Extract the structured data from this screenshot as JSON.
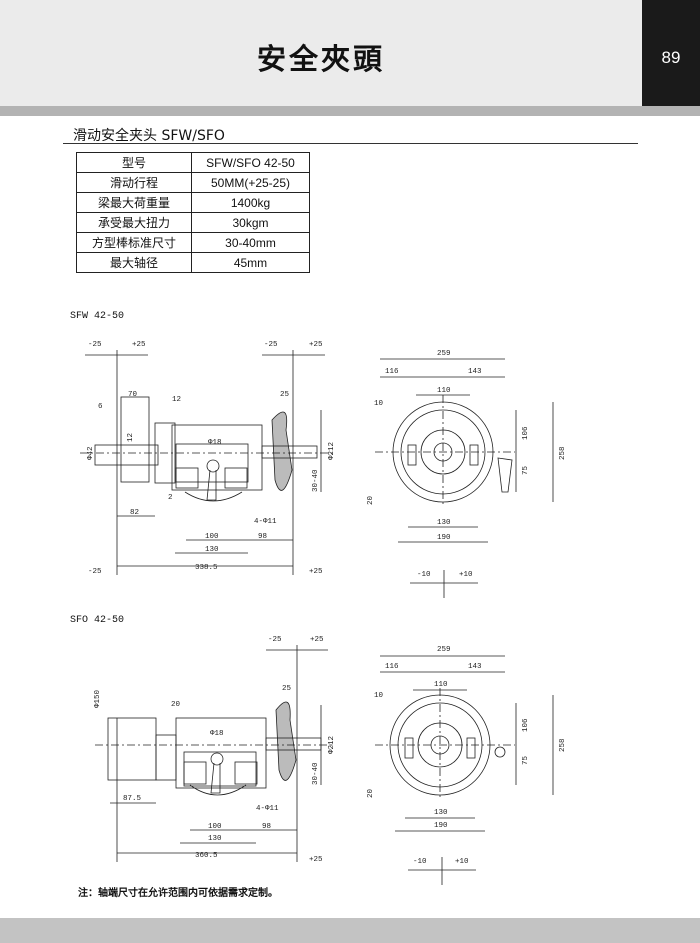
{
  "header": {
    "title": "安全夾頭",
    "page_number": "89"
  },
  "section_title": "滑动安全夹头 SFW/SFO",
  "spec_table": [
    {
      "label": "型号",
      "value": "SFW/SFO 42-50"
    },
    {
      "label": "滑动行程",
      "value": "50MM(+25-25)"
    },
    {
      "label": "梁最大荷重量",
      "value": "1400kg"
    },
    {
      "label": "承受最大扭力",
      "value": "30kgm"
    },
    {
      "label": "方型棒标准尺寸",
      "value": "30-40mm"
    },
    {
      "label": "最大轴径",
      "value": "45mm"
    }
  ],
  "drawing_sfw": {
    "title": "SFW 42-50",
    "dims": {
      "m25a": "-25",
      "p25a": "+25",
      "m25b": "-25",
      "p25b": "+25",
      "d70": "70",
      "d6": "6",
      "d12a": "12",
      "d12b": "12",
      "phi42": "Φ42",
      "phi18": "Φ18",
      "d25": "25",
      "phi212": "Φ212",
      "d3040": "30-40",
      "d2": "2",
      "d82": "82",
      "hole": "4-Φ11",
      "d100": "100",
      "d98": "98",
      "d130": "130",
      "d3385": "338.5",
      "m25c": "-25",
      "p25c": "+25"
    },
    "side": {
      "d259": "259",
      "d116": "116",
      "d143": "143",
      "d110": "110",
      "d10": "10",
      "d106": "106",
      "d258": "258",
      "d75": "75",
      "d20": "20",
      "d130": "130",
      "d190": "190",
      "m10": "-10",
      "p10": "+10"
    }
  },
  "drawing_sfo": {
    "title": "SFO 42-50",
    "dims": {
      "m25": "-25",
      "p25": "+25",
      "phi150": "Φ150",
      "d20": "20",
      "d25": "25",
      "phi18": "Φ18",
      "phi212": "Φ212",
      "d3040": "30-40",
      "d875": "87.5",
      "hole": "4-Φ11",
      "d100": "100",
      "d98": "98",
      "d130": "130",
      "d3605": "360.5",
      "p25b": "+25"
    },
    "side": {
      "d259": "259",
      "d116": "116",
      "d143": "143",
      "d110": "110",
      "d10": "10",
      "d106": "106",
      "d258": "258",
      "d75": "75",
      "d20": "20",
      "d130": "130",
      "d190": "190",
      "m10": "-10",
      "p10": "+10"
    }
  },
  "note": "注：轴端尺寸在允许范围内可依据需求定制。"
}
